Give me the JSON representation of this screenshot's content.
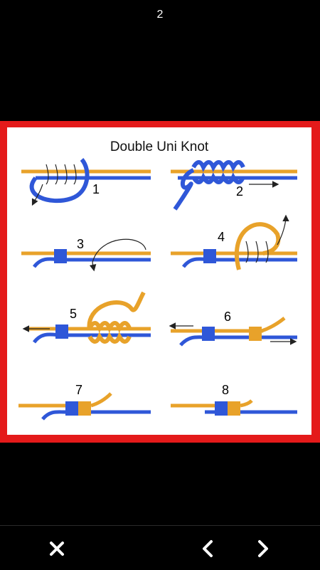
{
  "header": {
    "page_number": "2"
  },
  "diagram": {
    "title": "Double Uni Knot",
    "steps": [
      "1",
      "2",
      "3",
      "4",
      "5",
      "6",
      "7",
      "8"
    ],
    "colors": {
      "orange_line": "#e8a22a",
      "blue_line": "#2f57d8",
      "frame": "#e41a1a"
    }
  },
  "toolbar": {
    "close_icon": "close-icon",
    "prev_icon": "chevron-left-icon",
    "next_icon": "chevron-right-icon"
  }
}
